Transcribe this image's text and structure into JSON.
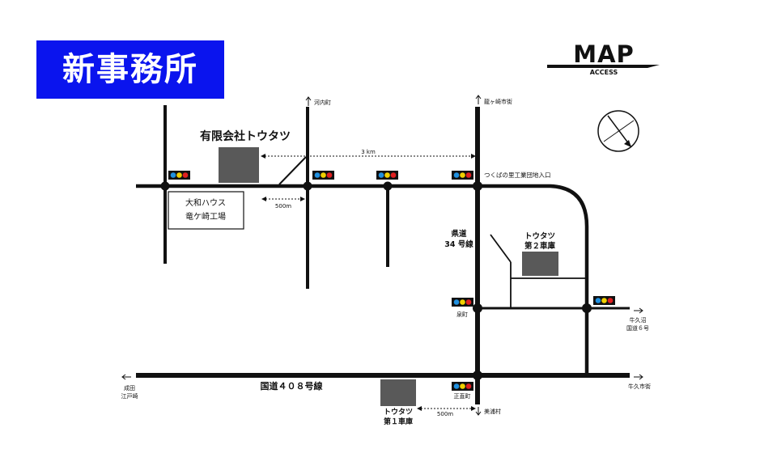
{
  "title": "新事務所",
  "logo": {
    "main": "MAP",
    "sub": "ACCESS"
  },
  "labels": {
    "company": "有限会社トウタツ",
    "daiwa_line1": "大和ハウス",
    "daiwa_line2": "竜ケ崎工場",
    "distance_3km": "3 km",
    "distance_500m_a": "500m",
    "distance_500m_b": "500m",
    "kawachi": "河内町",
    "ryugasaki": "龍ヶ崎市街",
    "tsukuba": "つくばの里工業団地入口",
    "kendo_line1": "県道",
    "kendo_line2": "34 号線",
    "warehouse2_line1": "トウタツ",
    "warehouse2_line2": "第２車庫",
    "izumicho": "泉町",
    "ushikunuma_line1": "牛久沼",
    "ushikunuma_line2": "国道６号",
    "kokudo": "国道４０８号線",
    "masakicho": "正直町",
    "narita": "成田",
    "edosaki": "江戸崎",
    "ushiku": "牛久市街",
    "warehouse1_line1": "トウタツ",
    "warehouse1_line2": "第１車庫",
    "miho": "美浦村"
  },
  "colors": {
    "title_bg": "#0a14ee",
    "building": "#595959",
    "road": "#111111",
    "signal_red": "#e02020",
    "signal_yellow": "#f0d000",
    "signal_blue": "#2090e0"
  }
}
